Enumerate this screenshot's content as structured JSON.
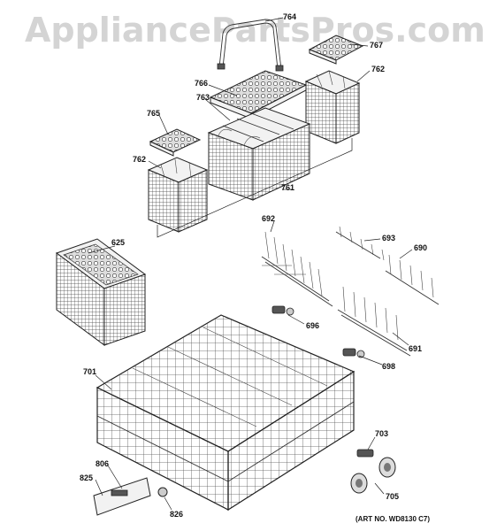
{
  "watermark": "AppliancePartsPros.com",
  "art_number": "(ART NO. WD8130 C7)",
  "part_labels": {
    "p764": "764",
    "p767": "767",
    "p762a": "762",
    "p766": "766",
    "p763": "763",
    "p765": "765",
    "p762b": "762",
    "p761": "761",
    "p692": "692",
    "p693": "693",
    "p690": "690",
    "p625": "625",
    "p696": "696",
    "p691": "691",
    "p698": "698",
    "p701": "701",
    "p703": "703",
    "p806": "806",
    "p825": "825",
    "p826": "826",
    "p705": "705"
  }
}
